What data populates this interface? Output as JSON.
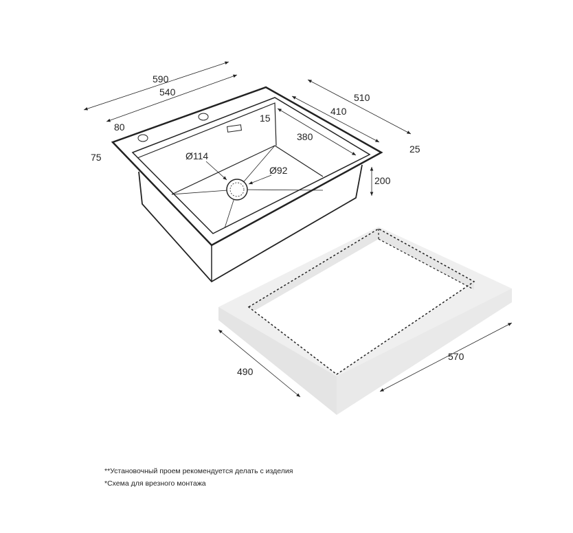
{
  "dimensions": {
    "width_total": "590",
    "width_inner": "540",
    "depth_total": "510",
    "depth_inner": "410",
    "bowl_depth_length": "380",
    "rim_thickness": "25",
    "front_offset": "75",
    "tap_hole_offset": "80",
    "shelf_width": "15",
    "drain_outer": "Ø114",
    "drain_inner": "Ø92",
    "bowl_height": "200",
    "cutout_depth": "490",
    "cutout_width": "570"
  },
  "notes": [
    "**Установочный проем рекомендуется делать с изделия",
    "*Схема для врезного монтажа"
  ],
  "colors": {
    "line": "#222222",
    "countertop": "#eeeeee",
    "countertop_side": "#e2e2e2"
  }
}
